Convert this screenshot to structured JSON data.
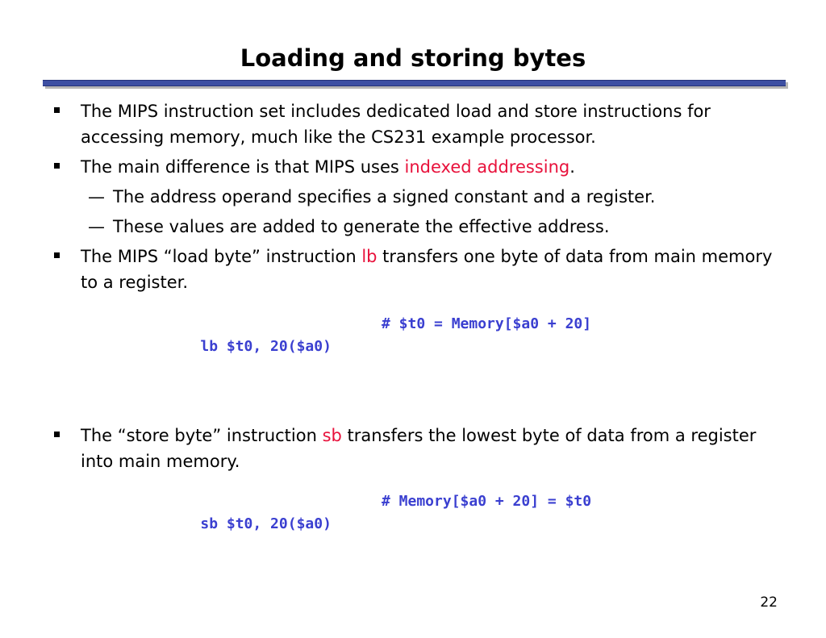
{
  "slide": {
    "title": "Loading and storing bytes",
    "page_number": "22"
  },
  "bullets": {
    "b1": "The MIPS instruction set includes dedicated load and store instructions for accessing memory, much like the CS231 example processor.",
    "b2_pre": "The main difference is that MIPS uses ",
    "b2_highlight": "indexed addressing",
    "b2_post": ".",
    "b2_sub1": "The address operand specifies a signed constant and a register.",
    "b2_sub2": "These values are added to generate the effective address.",
    "b3_pre": "The MIPS “load byte” instruction ",
    "b3_highlight": "lb",
    "b3_post": " transfers one byte of data from main memory to a register.",
    "b4_pre": "The “store byte” instruction ",
    "b4_highlight": "sb",
    "b4_post": " transfers the lowest byte of data from a register into main memory."
  },
  "code": {
    "lb_instruction": "lb $t0, 20($a0)",
    "lb_comment": "# $t0 = Memory[$a0 + 20]",
    "sb_instruction": "sb $t0, 20($a0)",
    "sb_comment": "# Memory[$a0 + 20] = $t0"
  },
  "glyphs": {
    "sub_dash": "—"
  },
  "colors": {
    "title_rule": "#3d4fa3",
    "highlight": "#e8113b",
    "code": "#3a3fd0"
  }
}
